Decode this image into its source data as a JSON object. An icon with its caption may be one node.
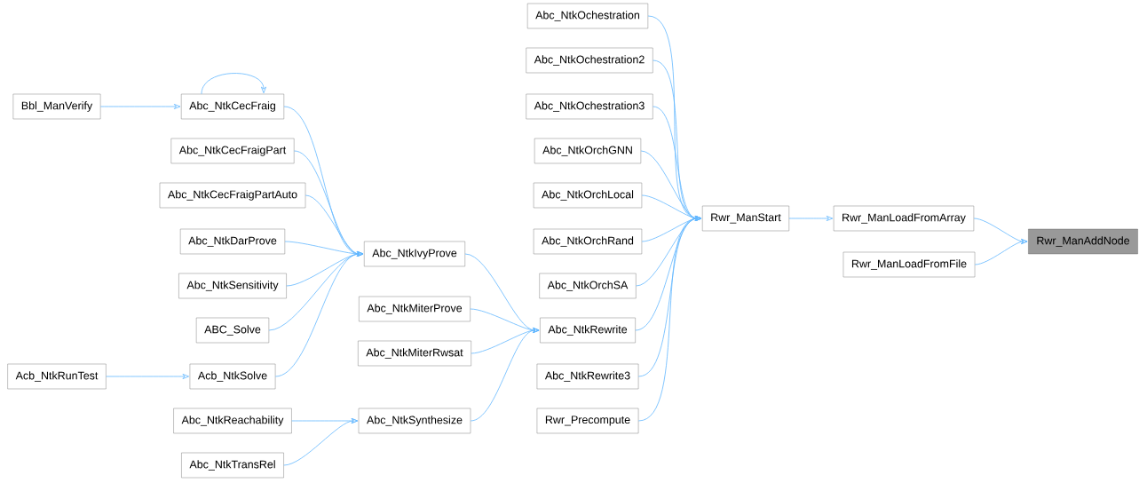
{
  "diagram": {
    "nodes": [
      {
        "text": [
          "Rwr_ManAddNode"
        ]
      },
      {
        "text": [
          "Rwr_ManLoadFromArray"
        ]
      },
      {
        "text": [
          "Rwr_ManLoadFromFile"
        ]
      },
      {
        "text": [
          "Rwr_ManStart"
        ]
      },
      {
        "text": [
          "Abc_NtkOchestration"
        ]
      },
      {
        "text": [
          "Abc_NtkOchestration2"
        ]
      },
      {
        "text": [
          "Abc_NtkOchestration3"
        ]
      },
      {
        "text": [
          "Abc_NtkOrchGNN"
        ]
      },
      {
        "text": [
          "Abc_NtkOrchLocal"
        ]
      },
      {
        "text": [
          "Abc_NtkOrchRand"
        ]
      },
      {
        "text": [
          "Abc_NtkOrchSA"
        ]
      },
      {
        "text": [
          "Abc_NtkRewrite"
        ]
      },
      {
        "text": [
          "Abc_NtkRewrite3"
        ]
      },
      {
        "text": [
          "Rwr_Precompute"
        ]
      },
      {
        "text": [
          "Abc_NtkIvyProve"
        ]
      },
      {
        "text": [
          "Abc_NtkMiterProve"
        ]
      },
      {
        "text": [
          "Abc_NtkMiterRwsat"
        ]
      },
      {
        "text": [
          "Abc_NtkSynthesize"
        ]
      },
      {
        "text": [
          "Abc_NtkCecFraig"
        ]
      },
      {
        "text": [
          "Abc_NtkCecFraigPart"
        ]
      },
      {
        "text": [
          "Abc_NtkCecFraigPartAuto"
        ]
      },
      {
        "text": [
          "Abc_NtkDarProve"
        ]
      },
      {
        "text": [
          "Abc_NtkSensitivity"
        ]
      },
      {
        "text": [
          "ABC_Solve"
        ]
      },
      {
        "text": [
          "Acb_NtkSolve"
        ]
      },
      {
        "text": [
          "Abc_NtkReachability"
        ]
      },
      {
        "text": [
          "Abc_NtkTransRel"
        ]
      },
      {
        "text": [
          "Bbl_ManVerify"
        ]
      },
      {
        "text": [
          "Acb_NtkRunTest"
        ]
      }
    ],
    "edges": [
      {
        "from": 1,
        "to": 0,
        "arrow": "to"
      },
      {
        "from": 2,
        "to": 0,
        "arrow": "to"
      },
      {
        "from": 3,
        "to": 1,
        "arrow": "to"
      },
      {
        "from": 4,
        "to": 3,
        "arrow": "to"
      },
      {
        "from": 5,
        "to": 3,
        "arrow": "to"
      },
      {
        "from": 6,
        "to": 3,
        "arrow": "to"
      },
      {
        "from": 7,
        "to": 3,
        "arrow": "to"
      },
      {
        "from": 8,
        "to": 3,
        "arrow": "to"
      },
      {
        "from": 9,
        "to": 3,
        "arrow": "to"
      },
      {
        "from": 10,
        "to": 3,
        "arrow": "to"
      },
      {
        "from": 11,
        "to": 3,
        "arrow": "to"
      },
      {
        "from": 12,
        "to": 3,
        "arrow": "to"
      },
      {
        "from": 13,
        "to": 3,
        "arrow": "to"
      },
      {
        "from": 14,
        "to": 11,
        "arrow": "to"
      },
      {
        "from": 15,
        "to": 11,
        "arrow": "to"
      },
      {
        "from": 16,
        "to": 11,
        "arrow": "to"
      },
      {
        "from": 17,
        "to": 11,
        "arrow": "to"
      },
      {
        "from": 18,
        "to": 18,
        "arrow": "to"
      },
      {
        "from": 18,
        "to": 14,
        "arrow": "to"
      },
      {
        "from": 19,
        "to": 14,
        "arrow": "to"
      },
      {
        "from": 20,
        "to": 14,
        "arrow": "to"
      },
      {
        "from": 21,
        "to": 14,
        "arrow": "to"
      },
      {
        "from": 22,
        "to": 14,
        "arrow": "to"
      },
      {
        "from": 23,
        "to": 14,
        "arrow": "to"
      },
      {
        "from": 24,
        "to": 14,
        "arrow": "to"
      },
      {
        "from": 27,
        "to": 18,
        "arrow": "to"
      },
      {
        "from": 28,
        "to": 24,
        "arrow": "to"
      },
      {
        "from": 25,
        "to": 17,
        "arrow": "to"
      },
      {
        "from": 26,
        "to": 17,
        "arrow": "to"
      }
    ]
  }
}
